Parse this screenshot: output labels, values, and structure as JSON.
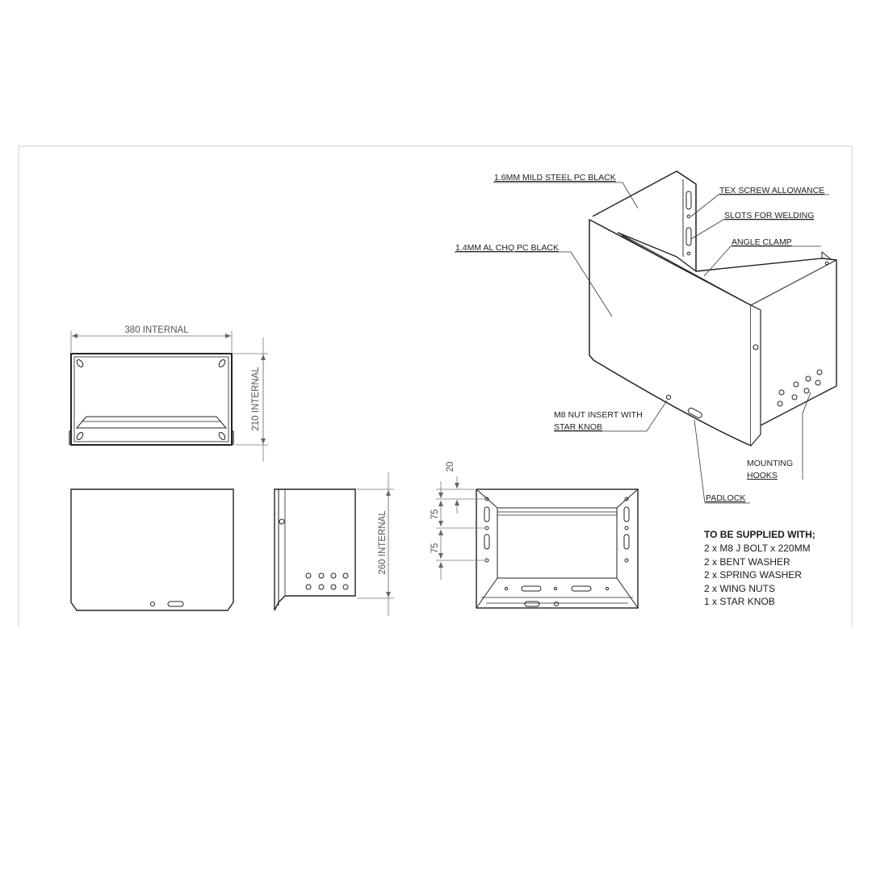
{
  "dimensions": {
    "width_internal": "380 INTERNAL",
    "depth_internal": "210 INTERNAL",
    "height_internal": "260 INTERNAL",
    "top_offset": "20",
    "slot_pitch_1": "75",
    "slot_pitch_2": "75"
  },
  "callouts": {
    "mild_steel": "1.6MM MILD STEEL PC BLACK",
    "al_chq": "1.4MM AL CHQ PC BLACK",
    "tex_screw": "TEX SCREW ALLOWANCE",
    "slots_welding": "SLOTS FOR WELDING",
    "angle_clamp": "ANGLE CLAMP",
    "m8_nut_line1": "M8 NUT INSERT WITH",
    "m8_nut_line2": "STAR KNOB",
    "mounting_line1": "MOUNTING",
    "mounting_line2": "HOOKS",
    "padlock": "PADLOCK"
  },
  "supply": {
    "title": "TO BE SUPPLIED WITH;",
    "items": [
      "2 x M8 J BOLT x 220MM",
      "2 x BENT WASHER",
      "2 x SPRING WASHER",
      "2 x WING NUTS",
      "1 x STAR KNOB"
    ]
  },
  "colors": {
    "line": "#222222",
    "dimension_line": "#777777",
    "border": "#cccccc"
  }
}
